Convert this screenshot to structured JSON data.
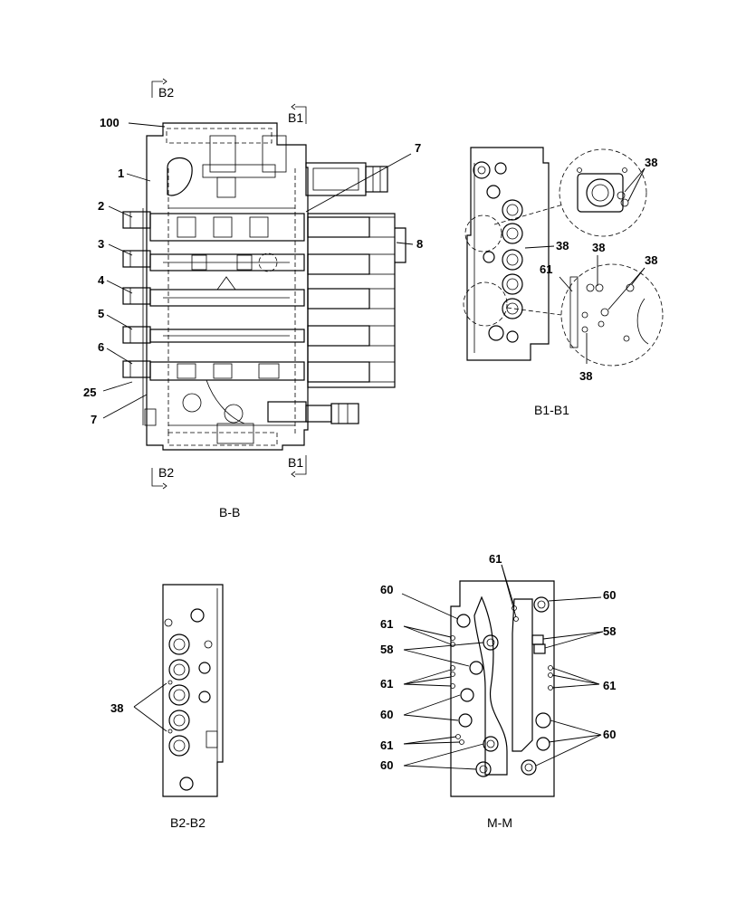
{
  "views": {
    "bb": {
      "title": "B-B",
      "section_top_left": "B2",
      "section_top_right": "B1",
      "section_bottom_left": "B2",
      "section_bottom_right": "B1",
      "callouts": [
        "100",
        "1",
        "2",
        "3",
        "4",
        "5",
        "6",
        "25",
        "7",
        "7",
        "8"
      ]
    },
    "b1": {
      "title": "B1-B1",
      "callouts": [
        "38",
        "38",
        "38",
        "61",
        "38",
        "38"
      ]
    },
    "b2": {
      "title": "B2-B2",
      "callouts": [
        "38"
      ]
    },
    "mm": {
      "title": "M-M",
      "callouts": [
        "61",
        "60",
        "60",
        "61",
        "58",
        "58",
        "61",
        "61",
        "60",
        "60",
        "61",
        "60"
      ]
    }
  }
}
